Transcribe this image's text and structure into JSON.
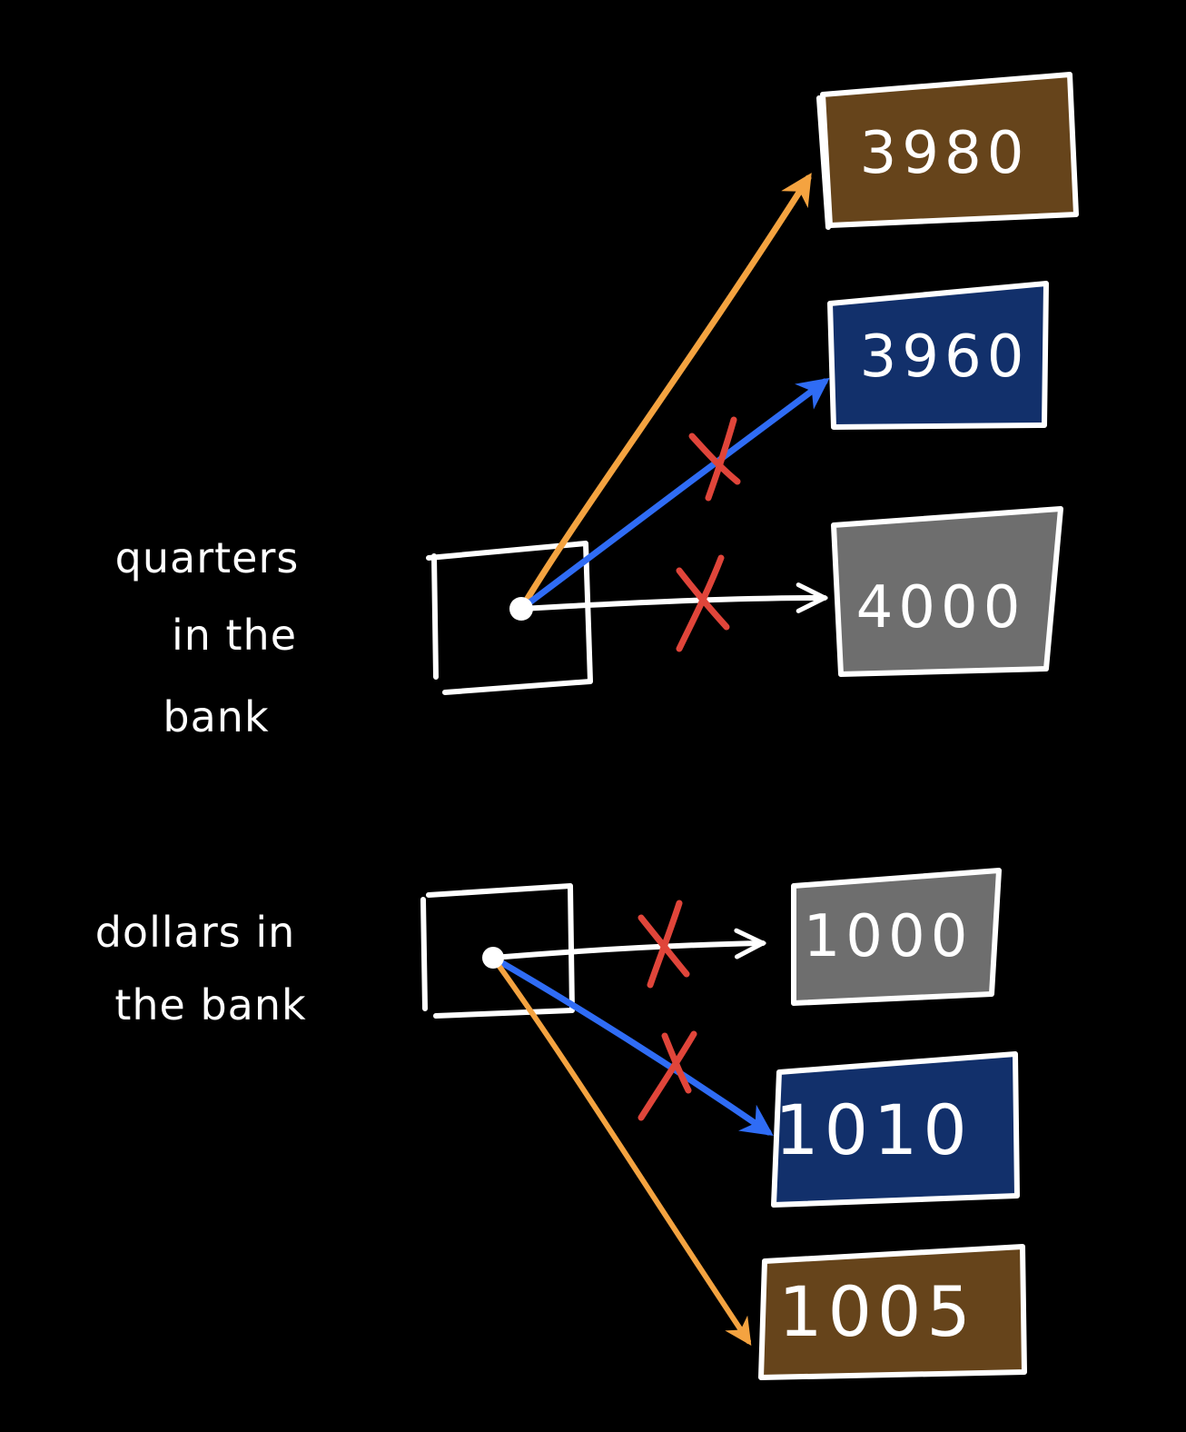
{
  "colors": {
    "background": "#000000",
    "stroke": "#ffffff",
    "arrow_orange": "#f4a340",
    "arrow_blue": "#2f6cf5",
    "cross_red": "#e0453a",
    "box_brown": "#66441b",
    "box_navy": "#12306b",
    "box_gray": "#6e6e6e"
  },
  "variables": [
    {
      "label_lines": [
        "quarters",
        "in the",
        "bank"
      ],
      "values": [
        {
          "text": "3980",
          "fill": "brown",
          "arrow": "orange",
          "crossed": false
        },
        {
          "text": "3960",
          "fill": "navy",
          "arrow": "blue",
          "crossed": true
        },
        {
          "text": "4000",
          "fill": "gray",
          "arrow": "white",
          "crossed": true
        }
      ]
    },
    {
      "label_lines": [
        "dollars in",
        "the bank"
      ],
      "values": [
        {
          "text": "1000",
          "fill": "gray",
          "arrow": "white",
          "crossed": true
        },
        {
          "text": "1010",
          "fill": "navy",
          "arrow": "blue",
          "crossed": true
        },
        {
          "text": "1005",
          "fill": "brown",
          "arrow": "orange",
          "crossed": false
        }
      ]
    }
  ]
}
